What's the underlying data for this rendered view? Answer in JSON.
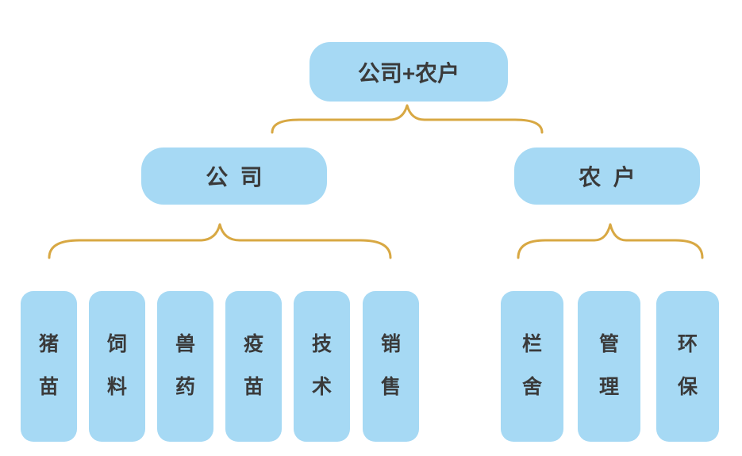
{
  "page": {
    "background": "#ffffff"
  },
  "diagram": {
    "title_hint": "company-plus-farmer organization diagram",
    "root": {
      "label": "公司+农户"
    },
    "branches": [
      {
        "label": "公司",
        "children": [
          "猪苗",
          "饲料",
          "兽药",
          "疫苗",
          "技术",
          "销售"
        ]
      },
      {
        "label": "农户",
        "children": [
          "栏舍",
          "管理",
          "环保"
        ]
      }
    ],
    "colors": {
      "box_fill": "#a6d9f4",
      "box_text": "#3a3a3a",
      "brace": "#d8a843",
      "background": "#ffffff"
    }
  }
}
